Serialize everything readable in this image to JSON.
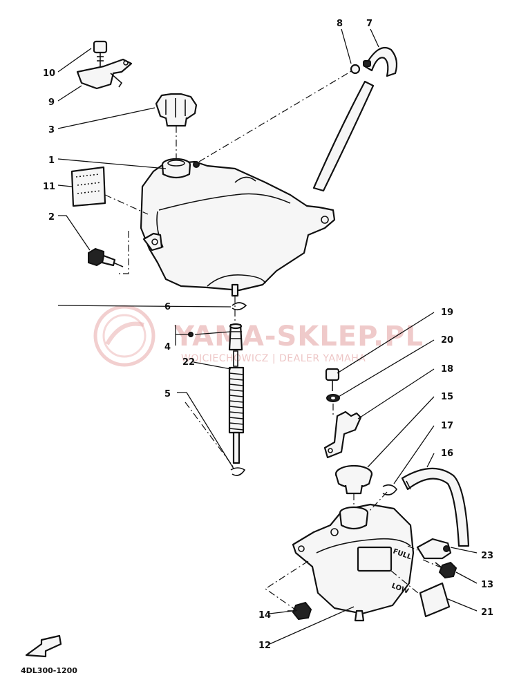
{
  "watermark": {
    "title": "YAMA-SKLEP.PL",
    "subtitle": "WOJCIECHOWICZ | DEALER YAMAHA"
  },
  "tank_markings": {
    "full": "FULL",
    "low": "LOW"
  },
  "diagram_code": "4DL300-1200",
  "callouts": {
    "c1": "1",
    "c2": "2",
    "c3": "3",
    "c4": "4",
    "c5": "5",
    "c6": "6",
    "c7": "7",
    "c8": "8",
    "c9": "9",
    "c10": "10",
    "c11": "11",
    "c12": "12",
    "c13": "13",
    "c14": "14",
    "c15": "15",
    "c16": "16",
    "c17": "17",
    "c18": "18",
    "c19": "19",
    "c20": "20",
    "c21": "21",
    "c22": "22",
    "c23": "23"
  }
}
